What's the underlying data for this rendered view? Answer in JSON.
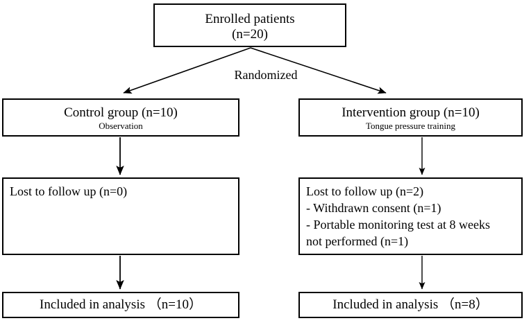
{
  "diagram": {
    "type": "consort-flow-diagram",
    "ink_color": "#000000",
    "background_color": "#ffffff",
    "nodes": {
      "enrolled": {
        "title": "Enrolled patients",
        "count_line": "(n=20)"
      },
      "randomized_label": "Randomized",
      "control": {
        "title": "Control group (n=10)",
        "subtitle": "Observation"
      },
      "intervention": {
        "title": "Intervention group (n=10)",
        "subtitle": "Tongue pressure  training"
      },
      "lost_control": {
        "line1": "Lost to follow up (n=0)",
        "line2": "",
        "line3": "",
        "line4": ""
      },
      "lost_intervention": {
        "line1": "Lost to follow up (n=2)",
        "line2": "- Withdrawn consent (n=1)",
        "line3": "- Portable monitoring test at 8 weeks",
        "line4": "not performed (n=1)"
      },
      "included_control": {
        "text": "Included in analysis （n=10）"
      },
      "included_intervention": {
        "text": "Included in analysis （n=8）"
      }
    },
    "edges": [
      {
        "name": "enrolled-to-control",
        "label": "Randomized"
      },
      {
        "name": "enrolled-to-intervention",
        "label": "Randomized"
      },
      {
        "name": "control-to-lost-control",
        "label": ""
      },
      {
        "name": "intervention-to-lost-intervention",
        "label": ""
      },
      {
        "name": "lost-control-to-included-control",
        "label": ""
      },
      {
        "name": "lost-intervention-to-included-intervention",
        "label": ""
      }
    ]
  }
}
